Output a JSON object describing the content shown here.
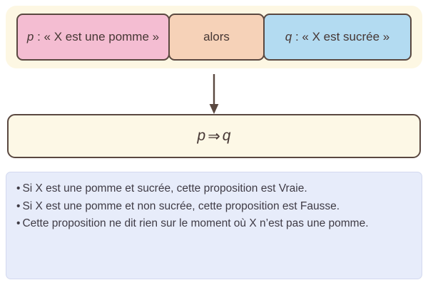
{
  "diagram": {
    "premise": {
      "p_box": {
        "symbol": "p",
        "text": " : « X est une pomme »"
      },
      "connector_label": "alors",
      "q_box": {
        "symbol": "q",
        "text": " : « X est sucrée »"
      }
    },
    "arrow": {
      "direction": "down"
    },
    "conclusion": {
      "left_symbol": "p",
      "operator": "⇒",
      "right_symbol": "q"
    },
    "notes": {
      "bullet": "•",
      "items": [
        "Si X est une pomme et sucrée, cette proposition est Vraie.",
        "Si X est une pomme et non sucrée, cette proposition est Fausse.",
        "Cette proposition ne dit rien sur le moment où X n’est pas une pomme."
      ]
    }
  },
  "colors": {
    "cream_container": "#fdf7e3",
    "pink_box": "#f4bdd2",
    "orange_box": "#f6d2b8",
    "blue_box": "#b3dbf1",
    "conclusion_fill": "#fdf8e6",
    "notes_fill": "#e7ecfa",
    "border_dark": "#5a4840",
    "text": "#463734"
  }
}
